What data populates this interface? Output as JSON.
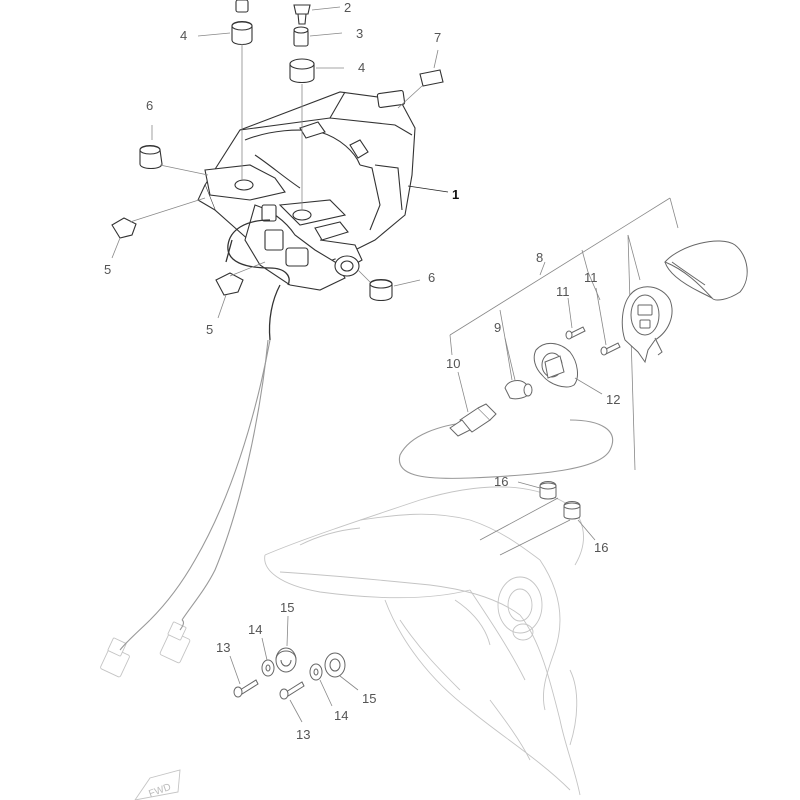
{
  "callouts": [
    {
      "id": "c1",
      "text": "1"
    },
    {
      "id": "c2",
      "text": "2"
    },
    {
      "id": "c3",
      "text": "3"
    },
    {
      "id": "c4a",
      "text": "4"
    },
    {
      "id": "c4b",
      "text": "4"
    },
    {
      "id": "c5a",
      "text": "5"
    },
    {
      "id": "c5b",
      "text": "5"
    },
    {
      "id": "c6a",
      "text": "6"
    },
    {
      "id": "c6b",
      "text": "6"
    },
    {
      "id": "c7",
      "text": "7"
    },
    {
      "id": "c8",
      "text": "8"
    },
    {
      "id": "c9",
      "text": "9"
    },
    {
      "id": "c10",
      "text": "10"
    },
    {
      "id": "c11a",
      "text": "11"
    },
    {
      "id": "c11b",
      "text": "11"
    },
    {
      "id": "c12",
      "text": "12"
    },
    {
      "id": "c13a",
      "text": "13"
    },
    {
      "id": "c13b",
      "text": "13"
    },
    {
      "id": "c14a",
      "text": "14"
    },
    {
      "id": "c14b",
      "text": "14"
    },
    {
      "id": "c15a",
      "text": "15"
    },
    {
      "id": "c15b",
      "text": "15"
    },
    {
      "id": "c16a",
      "text": "16"
    },
    {
      "id": "c16b",
      "text": "16"
    }
  ],
  "fwd_label": "FWD",
  "colors": {
    "line": "#333333",
    "ghost": "#c4c4c4",
    "label": "#555555"
  }
}
